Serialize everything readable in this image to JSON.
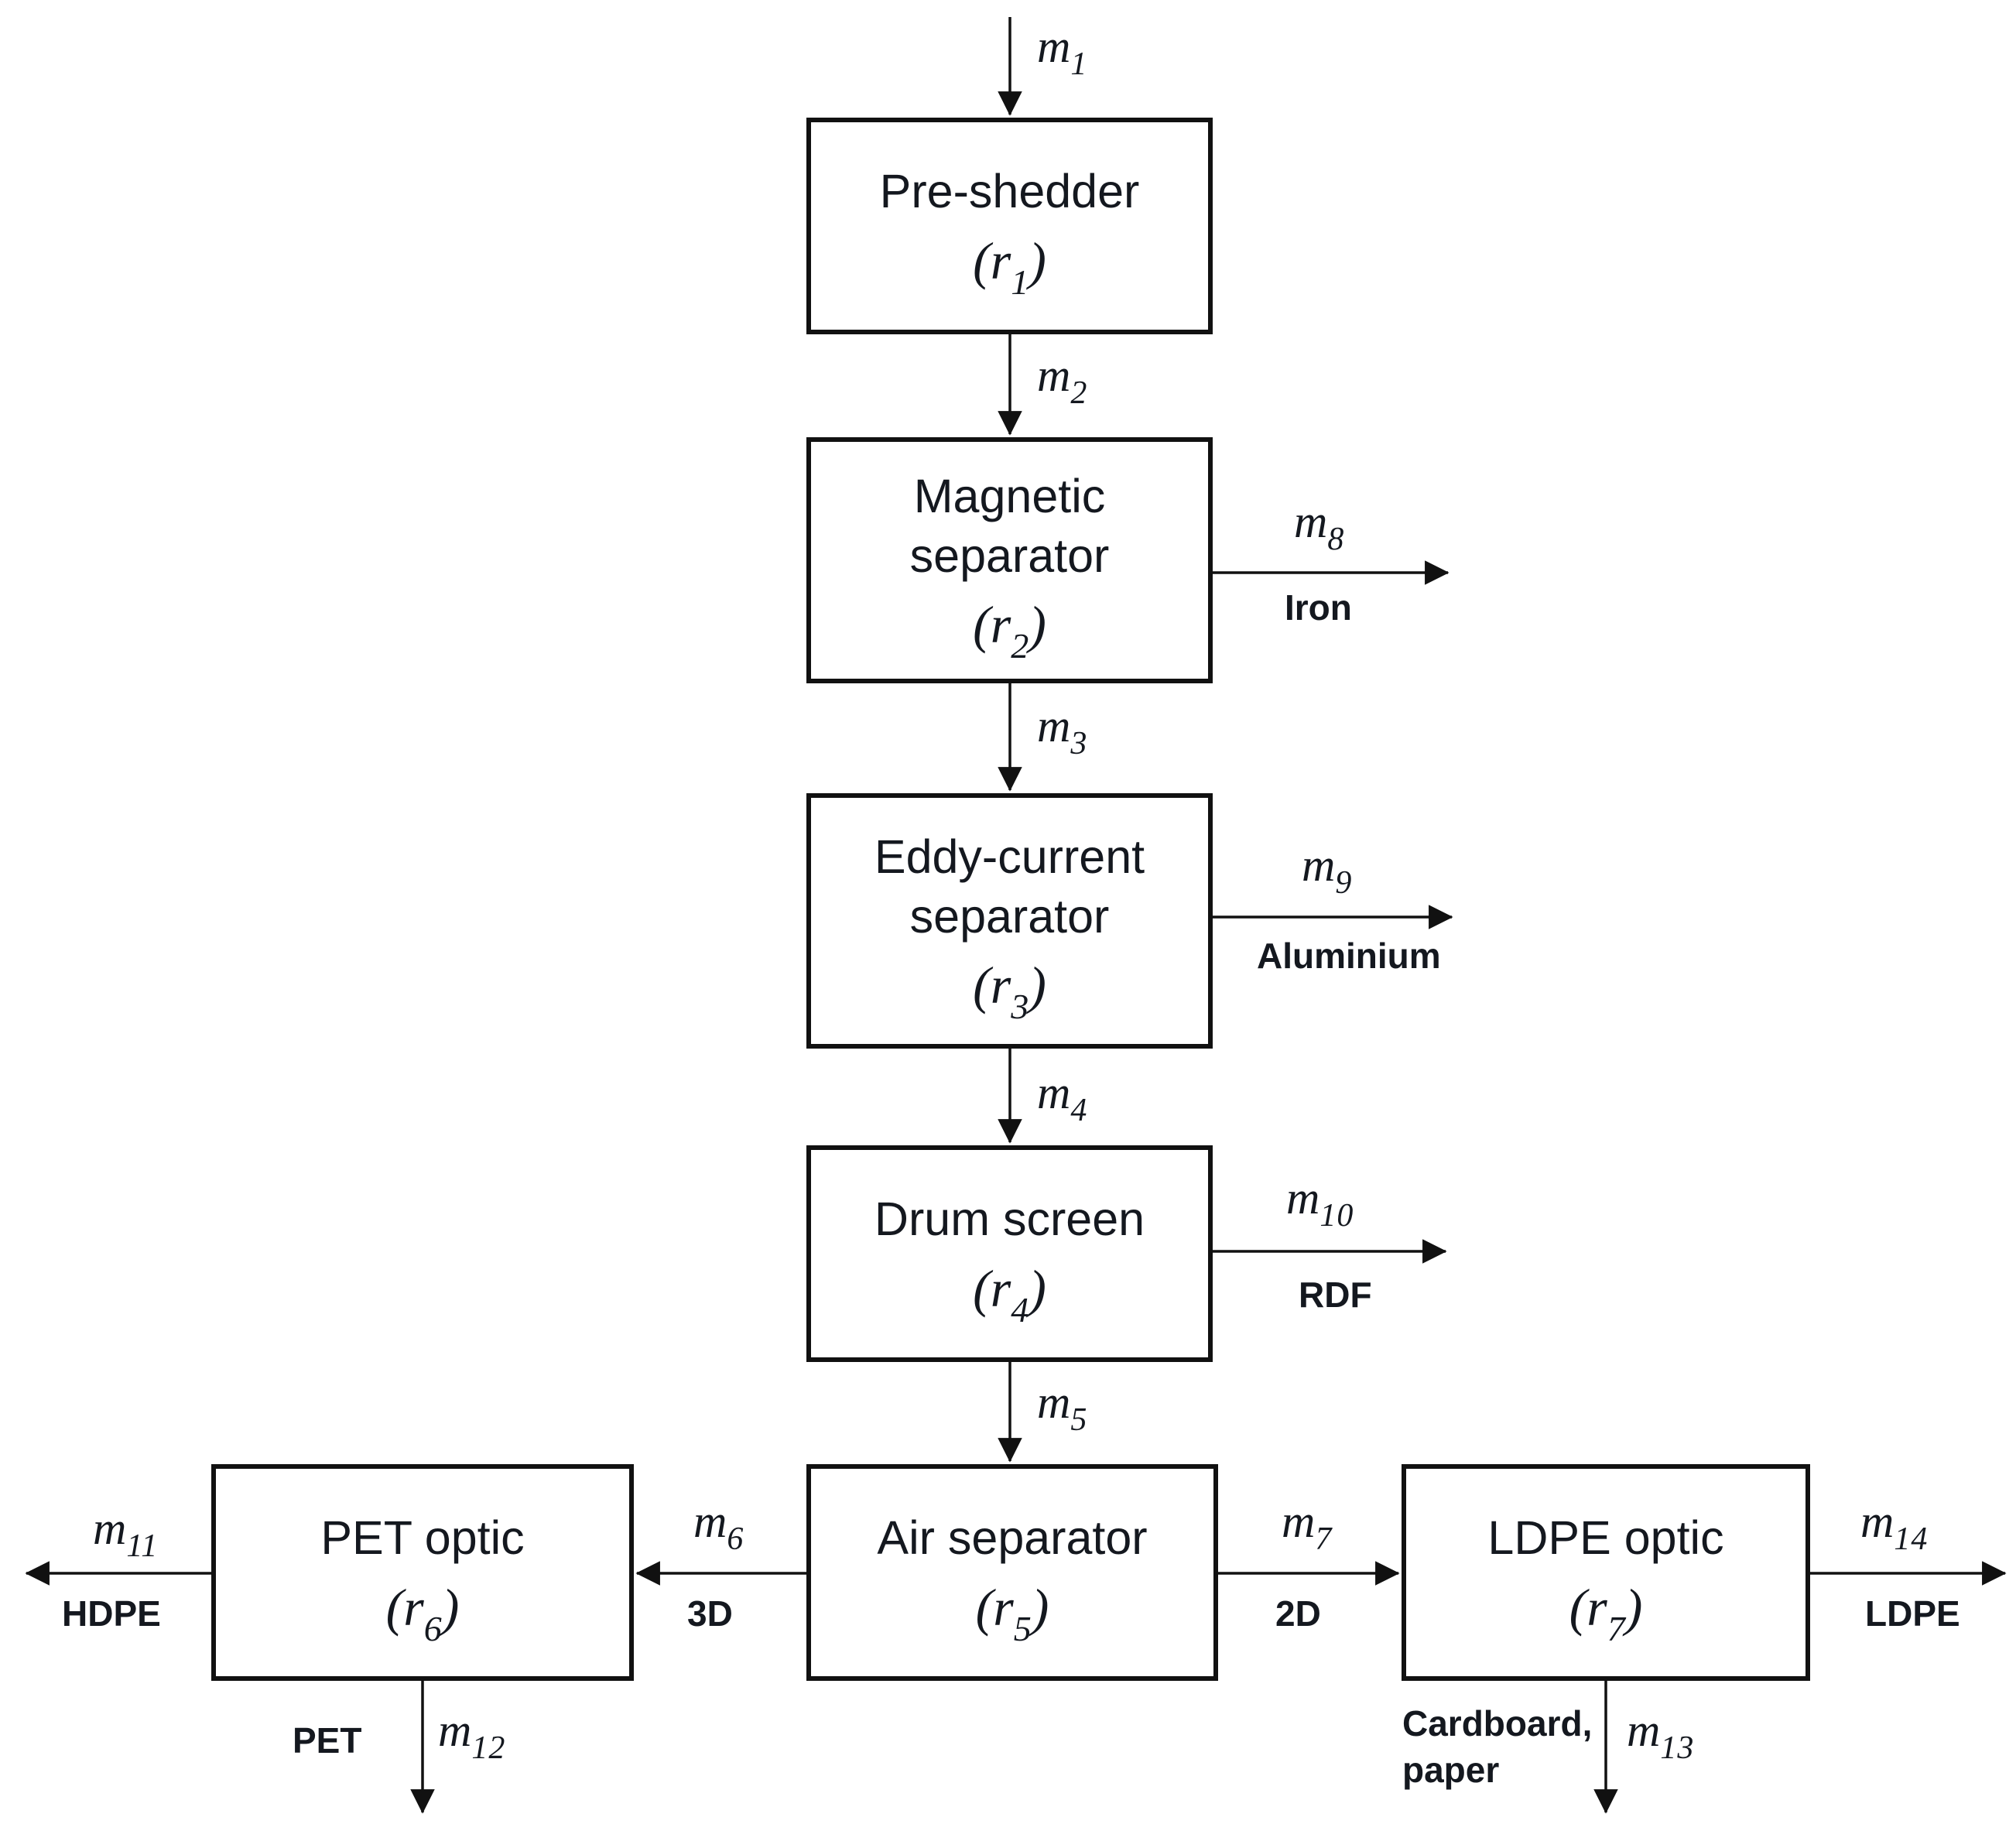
{
  "diagram": {
    "background": "#ffffff",
    "line_color": "#111111",
    "nodes": [
      {
        "label": "Pre-shedder",
        "r_open": "(r",
        "r_sub": "1",
        "r_close": ")"
      },
      {
        "label": "Magnetic separator",
        "r_open": "(r",
        "r_sub": "2",
        "r_close": ")"
      },
      {
        "label": "Eddy-current separator",
        "r_open": "(r",
        "r_sub": "3",
        "r_close": ")"
      },
      {
        "label": "Drum screen",
        "r_open": "(r",
        "r_sub": "4",
        "r_close": ")"
      },
      {
        "label": "Air separator",
        "r_open": "(r",
        "r_sub": "5",
        "r_close": ")"
      },
      {
        "label": "PET optic",
        "r_open": "(r",
        "r_sub": "6",
        "r_close": ")"
      },
      {
        "label": "LDPE optic",
        "r_open": "(r",
        "r_sub": "7",
        "r_close": ")"
      }
    ],
    "flows": {
      "m1": {
        "base": "m",
        "sub": "1"
      },
      "m2": {
        "base": "m",
        "sub": "2"
      },
      "m3": {
        "base": "m",
        "sub": "3"
      },
      "m4": {
        "base": "m",
        "sub": "4"
      },
      "m5": {
        "base": "m",
        "sub": "5"
      },
      "m6": {
        "base": "m",
        "sub": "6",
        "product": "3D"
      },
      "m7": {
        "base": "m",
        "sub": "7",
        "product": "2D"
      },
      "m8": {
        "base": "m",
        "sub": "8",
        "product": "Iron"
      },
      "m9": {
        "base": "m",
        "sub": "9",
        "product": "Aluminium"
      },
      "m10": {
        "base": "m",
        "sub": "10",
        "product": "RDF"
      },
      "m11": {
        "base": "m",
        "sub": "11",
        "product": "HDPE"
      },
      "m12": {
        "base": "m",
        "sub": "12",
        "product": "PET"
      },
      "m13": {
        "base": "m",
        "sub": "13",
        "product": "Cardboard,\npaper"
      },
      "m14": {
        "base": "m",
        "sub": "14",
        "product": "LDPE"
      }
    }
  }
}
